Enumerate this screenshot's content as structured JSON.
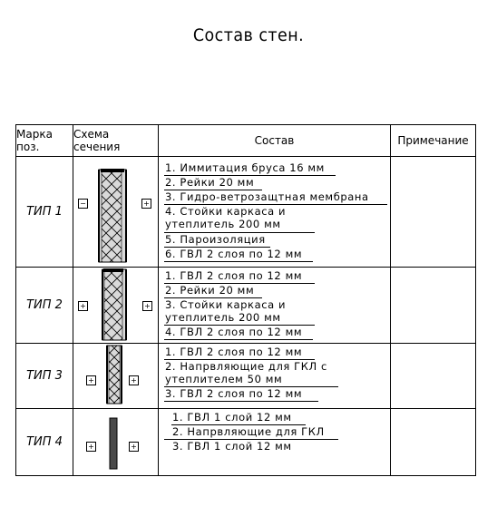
{
  "title": "Состав стен.",
  "headers": {
    "mark": "Марка поз.",
    "mark_l1": "Марка",
    "mark_l2": "поз.",
    "scheme_l1": "Схема",
    "scheme_l2": "сечения",
    "composition": "Состав",
    "note": "Примечание"
  },
  "rows": [
    {
      "mark": "ТИП 1",
      "items": [
        "1. Иммитация бруса 16 мм",
        "2. Рейки 20 мм",
        "3. Гидро-ветрозащтная мембрана",
        "4. Стойки каркаса и",
        "утеплитель 200 мм",
        "5. Пароизоляция",
        "6. ГВЛ 2 слоя по 12 мм"
      ]
    },
    {
      "mark": "ТИП 2",
      "items": [
        "1. ГВЛ 2 слоя по 12 мм",
        "2. Рейки 20 мм",
        "3. Стойки каркаса и",
        "утеплитель 200 мм",
        "4. ГВЛ 2 слоя по 12 мм"
      ]
    },
    {
      "mark": "ТИП 3",
      "items": [
        "1. ГВЛ 2 слоя по 12 мм",
        "2. Напрвляющие для ГКЛ с",
        "утеплителем 50 мм",
        "3. ГВЛ 2 слоя по 12 мм"
      ]
    },
    {
      "mark": "ТИП 4",
      "items": [
        "1. ГВЛ 1 слой 12 мм",
        "2. Напрвляющие для ГКЛ",
        "3. ГВЛ 1 слой 12 мм"
      ]
    }
  ],
  "symbols": {
    "plus": "+",
    "minus": "−"
  }
}
